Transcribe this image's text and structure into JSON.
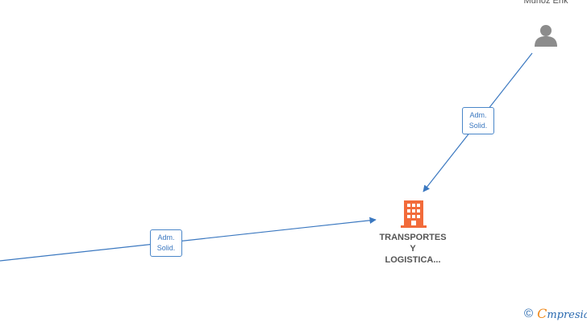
{
  "person": {
    "name": "Muñoz Erik",
    "icon": "person-icon",
    "icon_color": "#8c8c8c"
  },
  "edges": [
    {
      "id": "edge-person-company",
      "label_line1": "Adm.",
      "label_line2": "Solid."
    },
    {
      "id": "edge-left-company",
      "label_line1": "Adm.",
      "label_line2": "Solid."
    }
  ],
  "company": {
    "name_lines": [
      "TRANSPORTES",
      "Y",
      "LOGISTICA..."
    ],
    "icon": "building-icon",
    "icon_color": "#f26b3a"
  },
  "colors": {
    "edge": "#3b78c0",
    "label_border": "#4a86c8"
  },
  "footer": {
    "copyright": "©",
    "brand_initial": "C",
    "brand_rest": "mpresia"
  }
}
